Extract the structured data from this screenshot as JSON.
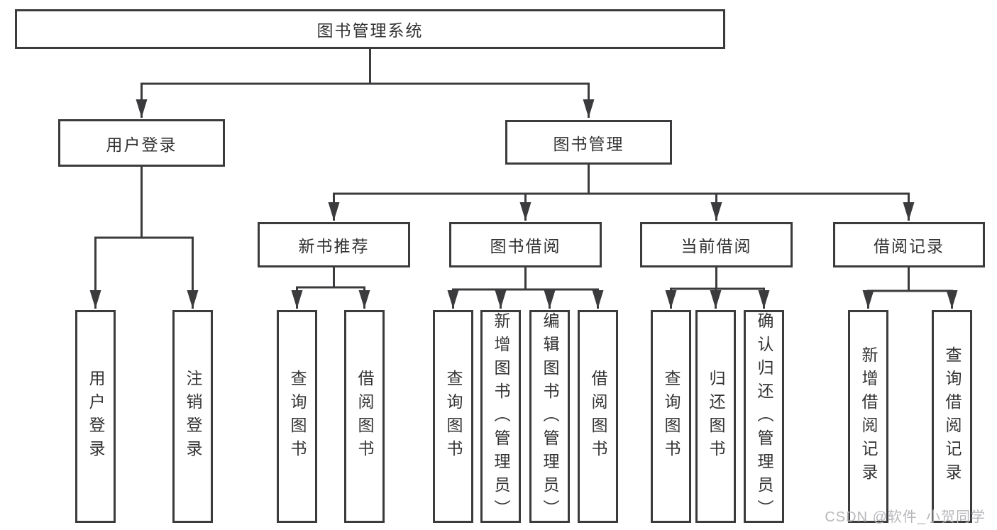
{
  "diagram": {
    "root": {
      "label": "图书管理系统"
    },
    "branches": [
      {
        "label": "用户登录",
        "children": [
          {
            "label": "用户登录"
          },
          {
            "label": "注销登录"
          }
        ]
      },
      {
        "label": "图书管理",
        "children": [
          {
            "label": "新书推荐",
            "children": [
              {
                "label": "查询图书"
              },
              {
                "label": "借阅图书"
              }
            ]
          },
          {
            "label": "图书借阅",
            "children": [
              {
                "label": "查询图书"
              },
              {
                "label": "新增图书（管理员）"
              },
              {
                "label": "编辑图书（管理员）"
              },
              {
                "label": "借阅图书"
              }
            ]
          },
          {
            "label": "当前借阅",
            "children": [
              {
                "label": "查询图书"
              },
              {
                "label": "归还图书"
              },
              {
                "label": "确认归还（管理员）"
              }
            ]
          },
          {
            "label": "借阅记录",
            "children": [
              {
                "label": "新增借阅记录"
              },
              {
                "label": "查询借阅记录"
              }
            ]
          }
        ]
      }
    ],
    "watermark": {
      "text": "CSDN @软件_小贺同学"
    },
    "colors": {
      "line": "#3b3a3c",
      "text": "#333333",
      "watermark_text": "#b8b8bc",
      "background": "#ffffff"
    }
  }
}
